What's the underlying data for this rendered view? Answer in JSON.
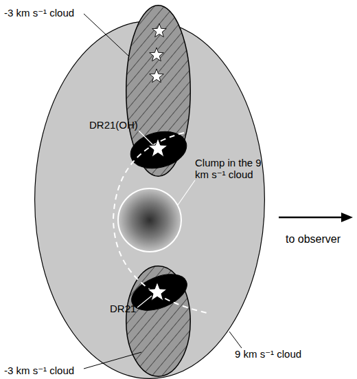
{
  "diagram": {
    "nodes": [
      {
        "text": [
          "9 km s⁻¹ cloud"
        ]
      },
      {
        "text": [
          "-3 km s⁻¹ cloud"
        ],
        "in": 0
      },
      {
        "text": [
          "DR21(OH)"
        ],
        "in": 1
      },
      {
        "text": [
          "Clump in the 9 km s⁻¹ cloud"
        ],
        "in": 0
      },
      {
        "text": [
          "-3 km s⁻¹ cloud"
        ],
        "in": 0
      },
      {
        "text": [
          "DR21"
        ],
        "in": 4
      }
    ],
    "labels": [
      "to observer"
    ]
  }
}
